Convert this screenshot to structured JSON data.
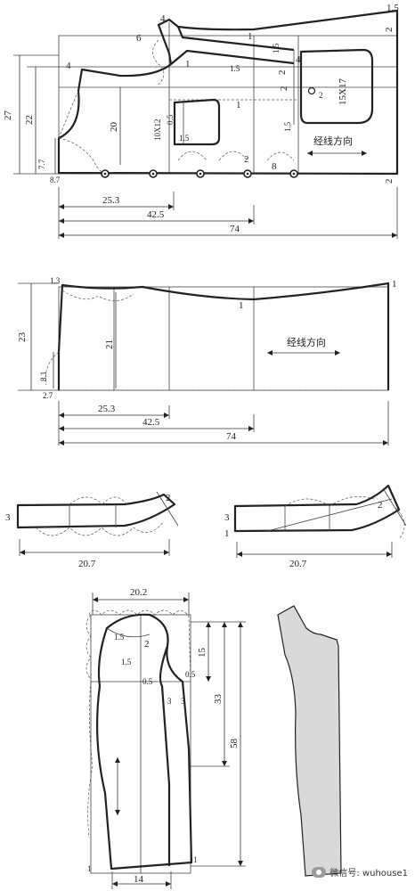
{
  "front": {
    "d_25_3": "25.3",
    "d_42_5": "42.5",
    "d_74": "74",
    "v_27": "27",
    "v_22": "22",
    "v_20": "20",
    "v_7_7": "7.7",
    "v_8_7": "8.7",
    "p_4a": "4",
    "p_6": "6",
    "p_4b": "4",
    "p_1_5a": "1.5",
    "p_1a": "1",
    "p_1b": "1",
    "p_1_5b": "1.5",
    "p_1_5c": "1.5",
    "p_4c": "4",
    "p_2a": "2",
    "p_2b": "2",
    "p_2c": "2",
    "p_1_5d": "1.5",
    "p_0_5": "0.5",
    "p_1_5e": "1.5",
    "p_1c": "1",
    "p_2d": "2",
    "p_8": "8",
    "p_2e": "2",
    "p_1_5f": "1.5",
    "p_2f": "2",
    "pocket_small": "10X12",
    "pocket_large": "15X17",
    "grain": "经线方向"
  },
  "back": {
    "p_1_3": "1.3",
    "p_1a": "1",
    "p_1b": "1",
    "v_23": "23",
    "v_21": "21",
    "v_8_1": "8.1",
    "v_2_7": "2.7",
    "d_25_3": "25.3",
    "d_42_5": "42.5",
    "d_74": "74",
    "grain": "经线方向"
  },
  "collar_left": {
    "w": "20.7",
    "h": "3",
    "p_2": "2"
  },
  "collar_right": {
    "w": "20.7",
    "h": "3",
    "h2": "1",
    "p_2": "2"
  },
  "sleeve": {
    "top_w": "20.2",
    "bottom_w": "14",
    "v_15": "15",
    "v_33": "33",
    "v_58": "58",
    "p_1_5a": "1.5",
    "p_1_5b": "1.5",
    "p_2": "2",
    "p_0_5a": "0.5",
    "p_0_5b": "0.5",
    "p_3a": "3",
    "p_3b": "3",
    "p_1a": "1",
    "p_1b": "1"
  },
  "watermark": {
    "text": "微信号: wuhouse1"
  },
  "colors": {
    "line": "#222222",
    "fill_piece": "#d9d9d9"
  }
}
